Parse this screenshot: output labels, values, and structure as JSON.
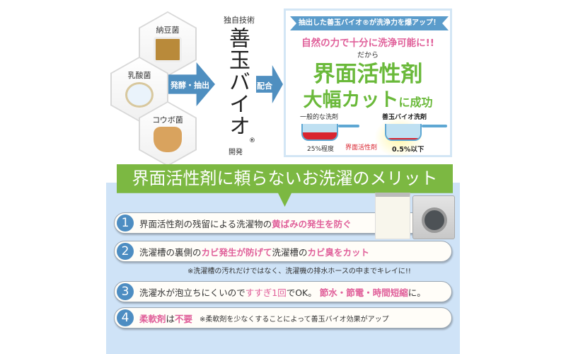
{
  "source": {
    "hexagons": [
      "納豆菌",
      "乳酸菌",
      "コウボ菌"
    ],
    "arrow1": "発酵・抽出",
    "tech_label": "独自技術",
    "brand": "善玉バイオ",
    "registered": "®",
    "developed": "開発",
    "arrow2": "配合"
  },
  "box": {
    "ribbon": "抽出した善玉バイオ®が洗浄力を爆アップ！",
    "pink": "自然の力で十分に洗浄可能に!!",
    "dakara": "だから",
    "big1": "界面活性剤",
    "big2": "大幅カット",
    "big2_suffix": "に成功",
    "left_label": "一般的な洗剤",
    "left_value": "25%程度",
    "middle_label": "界面活性剤",
    "right_label": "善玉バイオ洗剤",
    "right_value": "0.5%以下",
    "colors": {
      "green": "#6ab93a",
      "pink": "#e0609a",
      "red": "#d9242f",
      "blue": "#5b9ccb"
    }
  },
  "merits": {
    "title": "界面活性剤に頼らないお洗濯のメリット",
    "items": [
      {
        "num": "1",
        "parts": [
          "界面活性剤の残留による洗濯物の",
          "黄ばみの発生を防ぐ"
        ]
      },
      {
        "num": "2",
        "parts": [
          "洗濯槽の裏側の",
          "カビ発生が防げて",
          "洗濯槽の",
          "カビ臭をカット"
        ],
        "note": "※洗濯槽の汚れだけではなく、洗濯機の排水ホースの中までキレイに!!"
      },
      {
        "num": "3",
        "parts": [
          "洗濯水が泡立ちにくいので",
          "すすぎ1回",
          "でOK。",
          "節水・節電・時間短縮",
          "に。"
        ]
      },
      {
        "num": "4",
        "parts": [
          "柔軟剤",
          "は",
          "不要",
          "※柔軟剤を少なくすることによって善玉バイオ効果がアップ"
        ]
      }
    ]
  }
}
